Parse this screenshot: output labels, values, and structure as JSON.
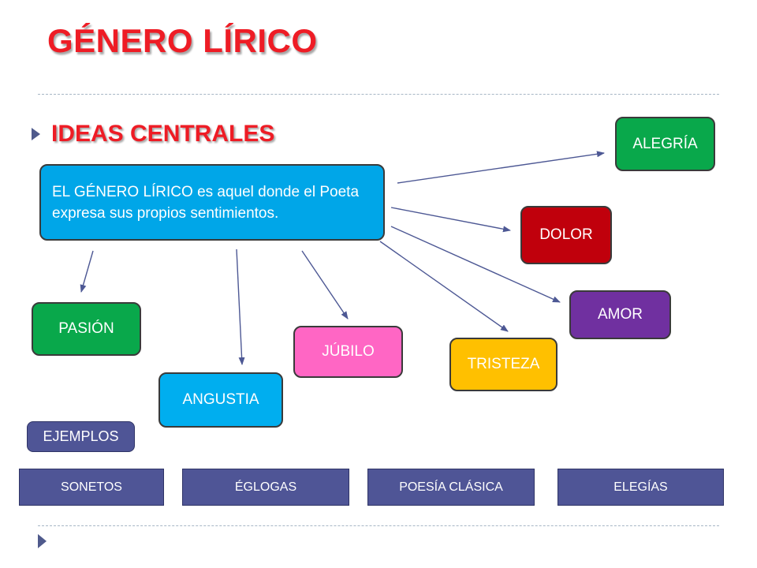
{
  "slide": {
    "title": "GÉNERO LÍRICO",
    "subtitle": "IDEAS CENTRALES",
    "definition": "EL GÉNERO LÍRICO es aquel donde el Poeta expresa sus propios sentimientos."
  },
  "emotions": [
    {
      "label": "ALEGRÍA",
      "color": "#09a84b"
    },
    {
      "label": "DOLOR",
      "color": "#c0000c"
    },
    {
      "label": "AMOR",
      "color": "#7030a0"
    },
    {
      "label": "TRISTEZA",
      "color": "#ffc000"
    },
    {
      "label": "JÚBILO",
      "color": "#ff66c4"
    },
    {
      "label": "ANGUSTIA",
      "color": "#00aeef"
    },
    {
      "label": "PASIÓN",
      "color": "#09a84b"
    }
  ],
  "examples": {
    "label": "EJEMPLOS",
    "items": [
      "SONETOS",
      "ÉGLOGAS",
      "POESÍA CLÁSICA",
      "ELEGÍAS"
    ],
    "color": "#4f5596"
  }
}
